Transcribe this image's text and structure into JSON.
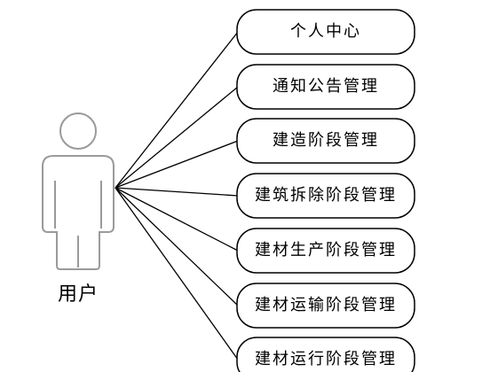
{
  "actor": {
    "label": "用户",
    "icon": "stick-person-icon"
  },
  "use_cases": [
    {
      "label": "个人中心"
    },
    {
      "label": "通知公告管理"
    },
    {
      "label": "建造阶段管理"
    },
    {
      "label": "建筑拆除阶段管理"
    },
    {
      "label": "建材生产阶段管理"
    },
    {
      "label": "建材运输阶段管理"
    },
    {
      "label": "建材运行阶段管理"
    }
  ],
  "colors": {
    "stroke": "#000000",
    "actor_stroke": "#9a9a9a",
    "background": "#ffffff"
  }
}
